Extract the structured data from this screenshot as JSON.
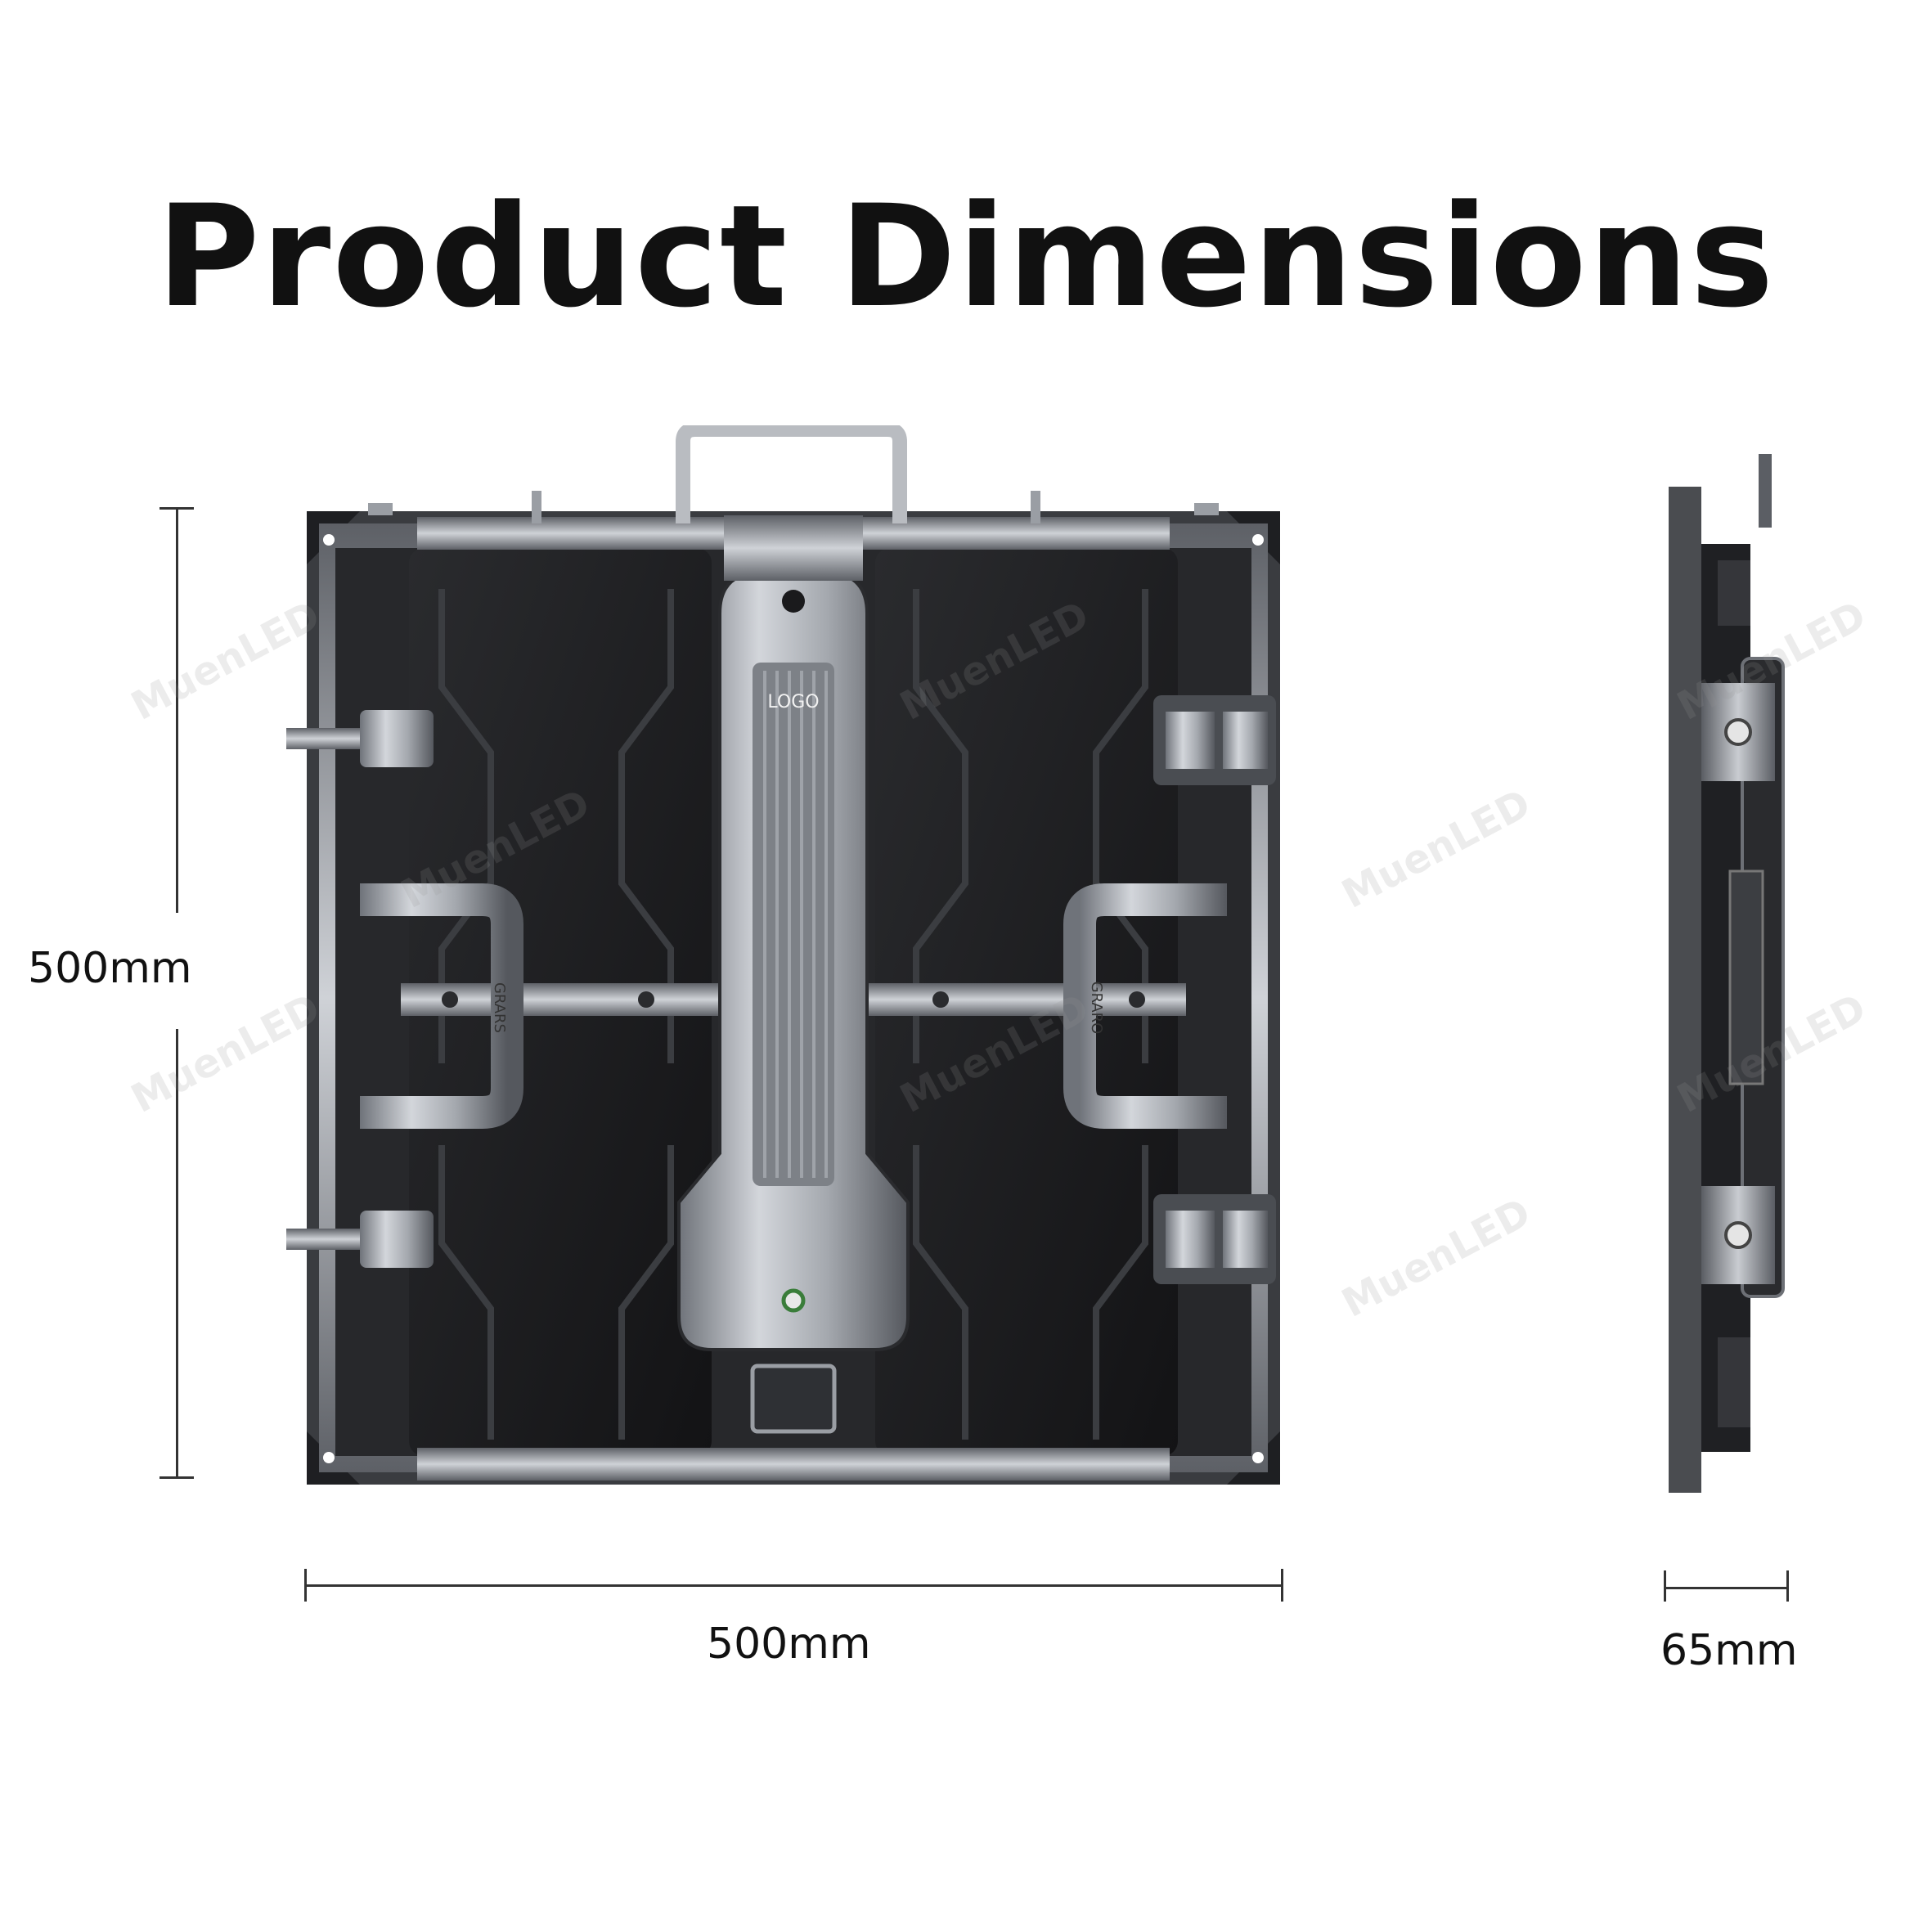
{
  "title": "Product Dimensions",
  "dimensions": {
    "height_label": "500mm",
    "width_label": "500mm",
    "depth_label": "65mm"
  },
  "panel_text": {
    "logo": "LOGO",
    "handle_left": "GRARS",
    "handle_right": "GRARO"
  },
  "watermark": "MuenLED",
  "colors": {
    "cabinet_dark": "#1c1c1e",
    "metal_light": "#c8cbd0",
    "metal_mid": "#8a8e94",
    "frame_dark": "#2a2b2e"
  }
}
